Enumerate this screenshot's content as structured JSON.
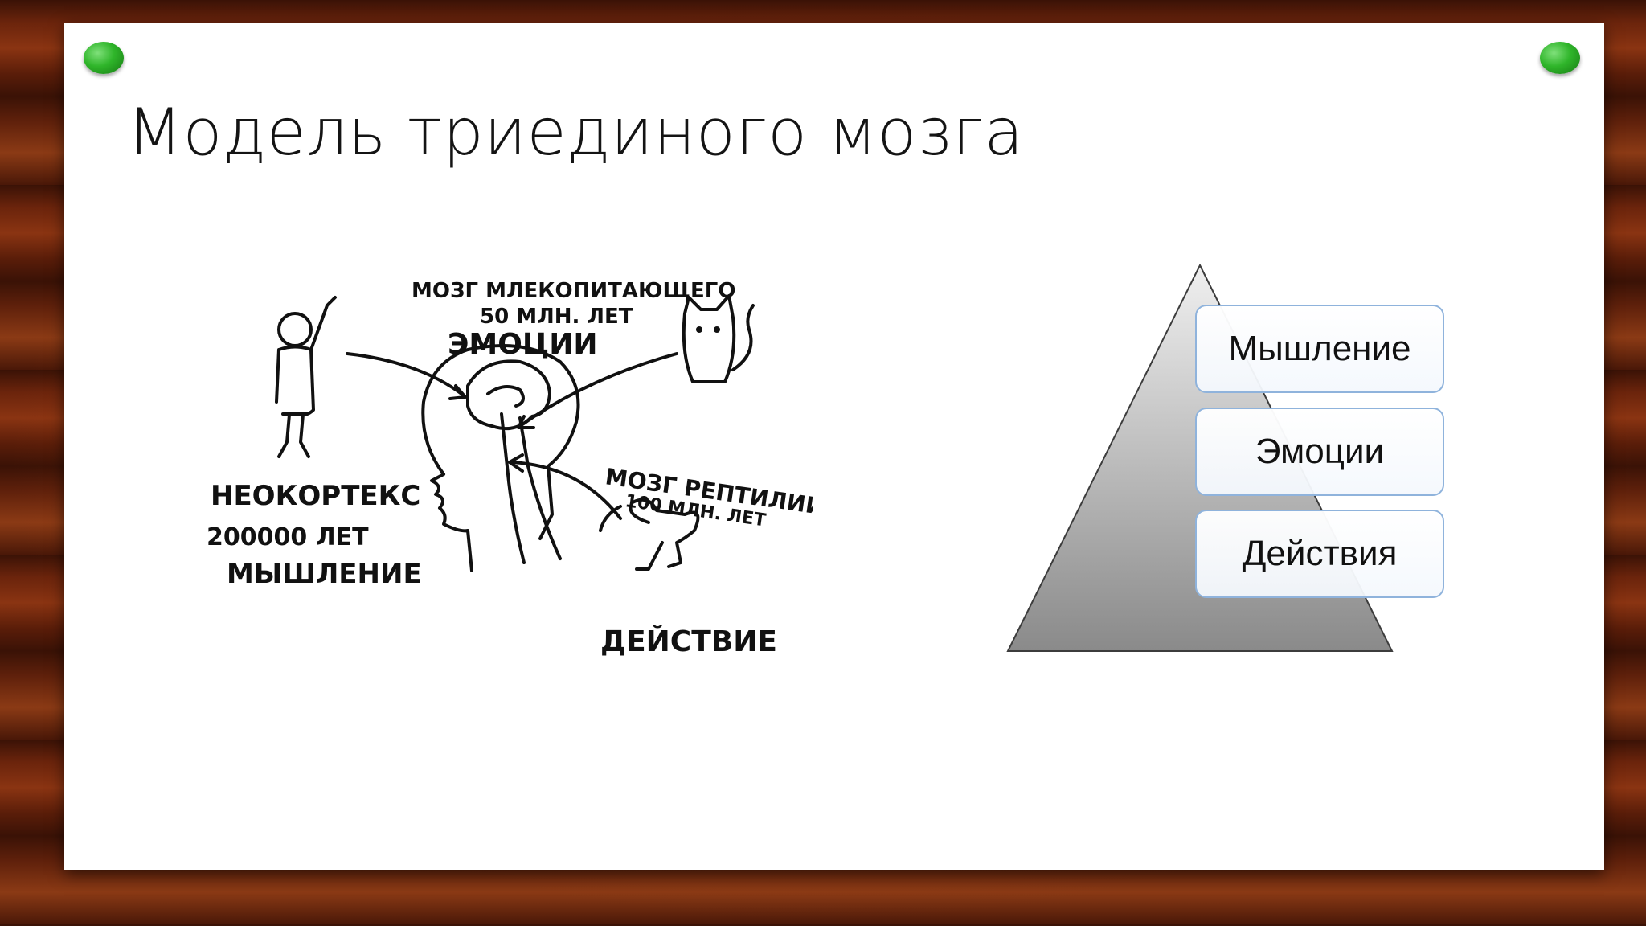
{
  "slide": {
    "title": "Модель триединого мозга"
  },
  "sketch": {
    "mammal_line1": "МОЗГ МЛЕКОПИТАЮЩЕГО",
    "mammal_line2": "50 МЛН. ЛЕТ",
    "mammal_line3": "ЭМОЦИИ",
    "neocortex_line1": "НЕОКОРТЕКС",
    "neocortex_line2": "200000 ЛЕТ",
    "neocortex_line3": "МЫШЛЕНИЕ",
    "reptile_line1": "МОЗГ РЕПТИЛИИ",
    "reptile_line2": "100 МЛН. ЛЕТ",
    "reptile_line3": "ДЕЙСТВИЕ"
  },
  "pyramid": {
    "levels": [
      {
        "label": "Мышление"
      },
      {
        "label": "Эмоции"
      },
      {
        "label": "Действия"
      }
    ]
  },
  "colors": {
    "pin": "#2fb52a",
    "box_border": "#8fb3dc",
    "pyramid_top": "#eeeeee",
    "pyramid_bottom": "#8c8c8c"
  }
}
